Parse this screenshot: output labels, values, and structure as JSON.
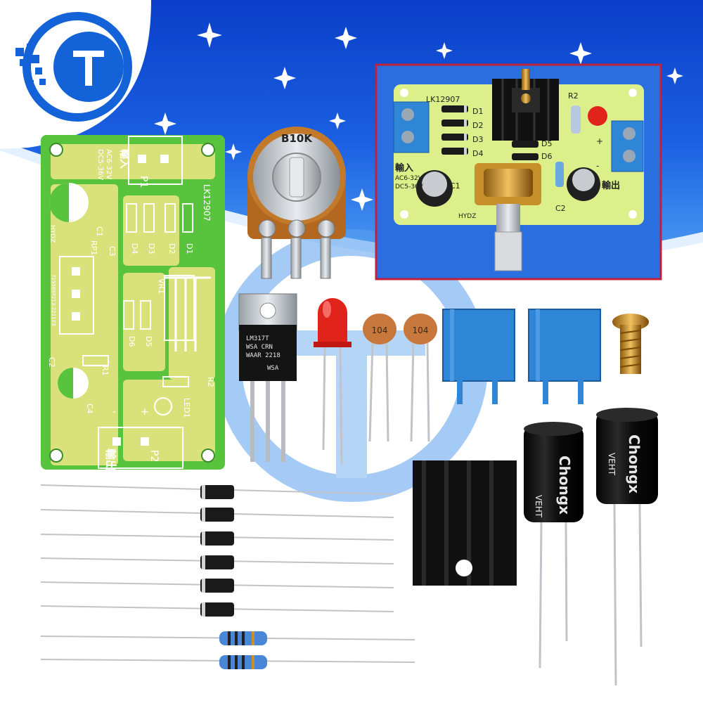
{
  "colors": {
    "sky_top": "#0a3fc8",
    "sky_bottom": "#2a7ef0",
    "pcb_green": "#58c43e",
    "pcb_yellow": "#d9e27a",
    "terminal_blue": "#2f86d6",
    "led_red": "#e0241c",
    "cap_ceramic": "#c8783c",
    "heatsink": "#111111",
    "photo_frame": "#c0203a",
    "logo_blue": "#1462d8"
  },
  "pcb": {
    "model": "LK12907",
    "input_label": "輸入",
    "input_spec_1": "AC6-32V",
    "input_spec_2": "DC5-36V",
    "output_label": "輸出",
    "brand": "HYDZ",
    "serial": "719569P213-221123",
    "plus": "+",
    "minus": "-",
    "refs": {
      "p1": "P1",
      "p2": "P2",
      "c1": "C1",
      "c2": "C2",
      "c3": "C3",
      "c4": "C4",
      "rp1": "RP1",
      "d1": "D1",
      "d2": "D2",
      "d3": "D3",
      "d4": "D4",
      "d5": "D5",
      "d6": "D6",
      "r1": "R1",
      "r2": "R2",
      "vr1": "VR1",
      "led1": "LED1"
    }
  },
  "potentiometer": {
    "label": "B10K"
  },
  "regulator": {
    "line1": "LM317T",
    "line2": "WSA CRN",
    "line3": "WAAR 2218",
    "line4": "WSA"
  },
  "ceramic_caps": [
    {
      "label": "104"
    },
    {
      "label": "104"
    }
  ],
  "electrolytic_caps": [
    {
      "brand": "Chongx",
      "series": "VEHT"
    },
    {
      "brand": "Chongx",
      "series": "VEHT"
    }
  ],
  "assembled_board": {
    "model": "LK12907",
    "input_label": "輸入",
    "spec_1": "AC6-32V",
    "spec_2": "DC5-36V",
    "output_label": "輸出",
    "brand": "HYDZ",
    "refs": {
      "d1": "D1",
      "d2": "D2",
      "d3": "D3",
      "d4": "D4",
      "d5": "D5",
      "d6": "D6",
      "r2": "R2",
      "c1": "C1",
      "c2": "C2",
      "plus": "+",
      "minus": "-"
    }
  },
  "icons": {
    "logo": "brand-logo-icon",
    "star": "sparkle-star-icon"
  }
}
